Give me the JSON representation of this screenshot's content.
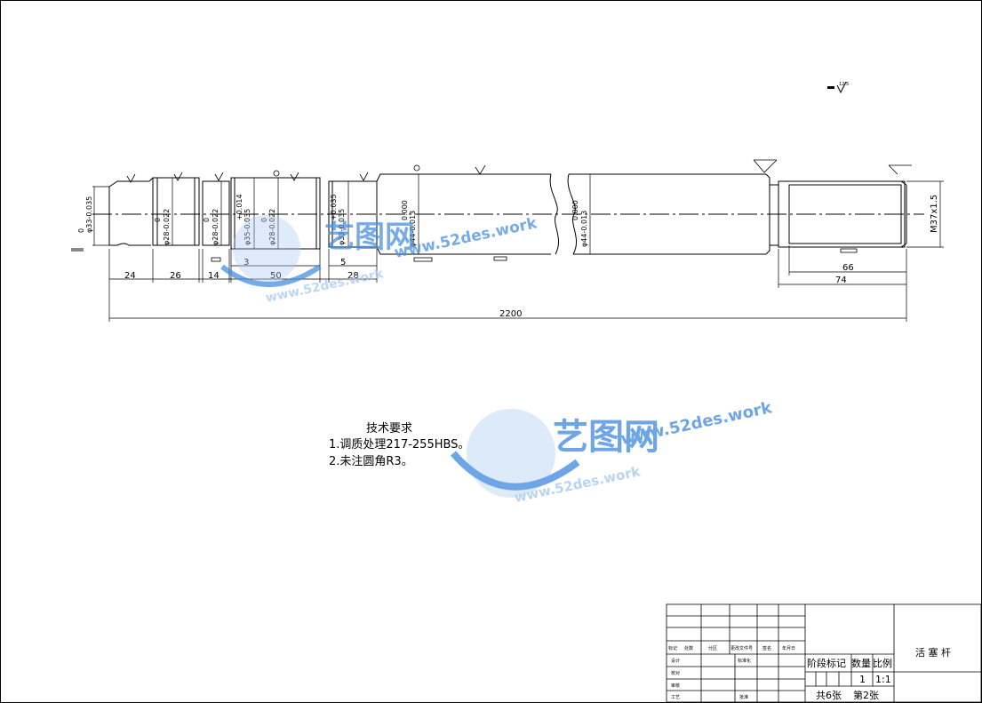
{
  "tech": {
    "title": "技术要求",
    "line1": "1.调质处理217-255HBS。",
    "line2": "2.未注圆角R3。"
  },
  "dims": {
    "d24": "24",
    "d26": "26",
    "d14": "14",
    "d3": "3",
    "d50": "50",
    "d5": "5",
    "d28": "28",
    "d2200": "2200",
    "d66": "66",
    "d74": "74",
    "thread": "M37x1.5"
  },
  "tolerances": {
    "t1a": "0",
    "t1b": "φ33-0.035",
    "t2a": "0",
    "t2b": "φ28-0.022",
    "t3a": "0",
    "t3b": "φ28-0.022",
    "t4a": "+0.014",
    "t4b": "φ35-0.035",
    "t5a": "0",
    "t5b": "φ28-0.022",
    "t6a": "+0.035",
    "t6b": "φ33-0.035",
    "t7a": "0.000",
    "t7b": "φ44-0.013",
    "t8a": "0.000",
    "t8b": "φ44-0.013"
  },
  "titleblock": {
    "biaoji": "标记",
    "chushu": "处数",
    "fenqu": "分区",
    "gengai": "更改文件号",
    "qianming": "签名",
    "nianyueri": "年月日",
    "sheji": "设计",
    "biaozhunhua": "标准化",
    "jiaodui": "校对",
    "shenhe": "审核",
    "gongyi": "工艺",
    "pizhun": "批准",
    "jieduan": "阶段标记",
    "shuliang": "数量",
    "bili": "比例",
    "qty": "1",
    "scale": "1:1",
    "zong": "共6张",
    "di": "第2张",
    "partname": "活 塞 杆"
  },
  "watermark": {
    "brand": "艺图网",
    "url1": "www.52des.work",
    "url2": "www.52des.work"
  },
  "colors": {
    "line": "#000000",
    "watermark_blue": "#4a8fe0",
    "watermark_light": "#a9c9f2"
  }
}
